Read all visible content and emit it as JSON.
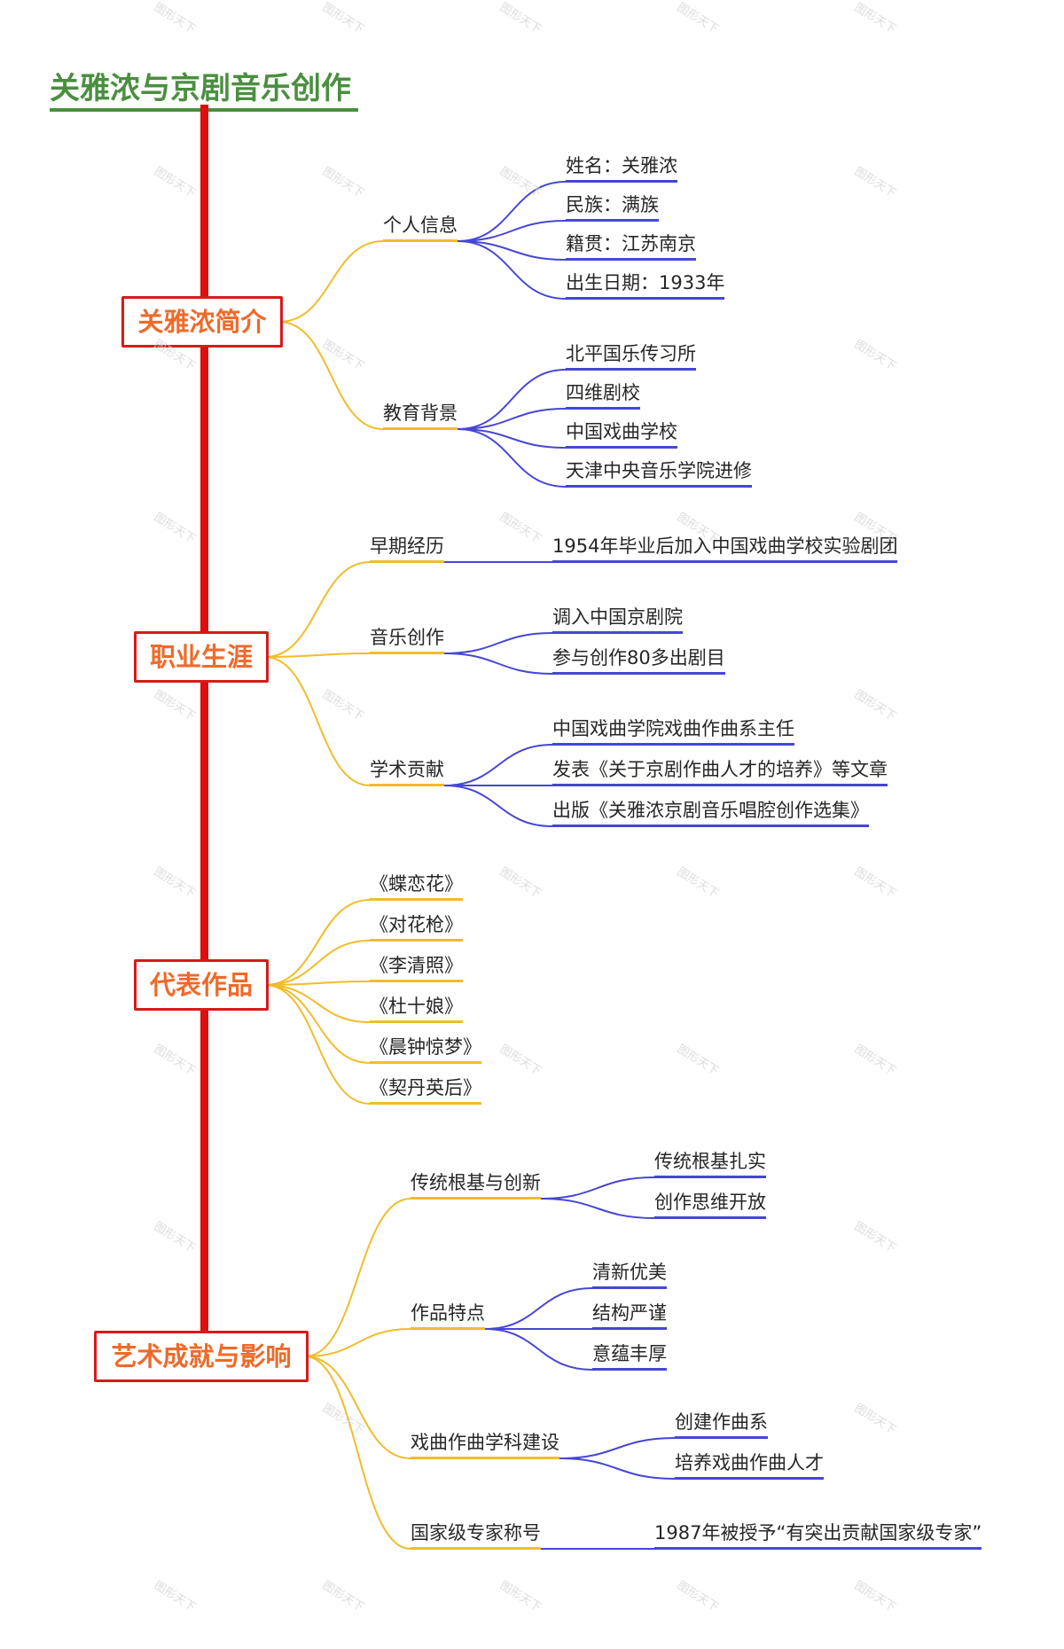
{
  "title": "关雅浓与京剧音乐创作",
  "colors": {
    "trunk": "#dd0f0f",
    "main_border": "#d81a1a",
    "main_text": "#ef6a2a",
    "title": "#4a8f3f",
    "level1_line": "#f0bd2a",
    "level2_line": "#4646d6"
  },
  "watermark": "图形天下",
  "sections": [
    {
      "label": "关雅浓简介",
      "children": [
        {
          "label": "个人信息",
          "children": [
            "姓名：关雅浓",
            "民族：满族",
            "籍贯：江苏南京",
            "出生日期：1933年"
          ]
        },
        {
          "label": "教育背景",
          "children": [
            "北平国乐传习所",
            "四维剧校",
            "中国戏曲学校",
            "天津中央音乐学院进修"
          ]
        }
      ]
    },
    {
      "label": "职业生涯",
      "children": [
        {
          "label": "早期经历",
          "children": [
            "1954年毕业后加入中国戏曲学校实验剧团"
          ]
        },
        {
          "label": "音乐创作",
          "children": [
            "调入中国京剧院",
            "参与创作80多出剧目"
          ]
        },
        {
          "label": "学术贡献",
          "children": [
            "中国戏曲学院戏曲作曲系主任",
            "发表《关于京剧作曲人才的培养》等文章",
            "出版《关雅浓京剧音乐唱腔创作选集》"
          ]
        }
      ]
    },
    {
      "label": "代表作品",
      "children": [
        {
          "label": "《蝶恋花》",
          "children": []
        },
        {
          "label": "《对花枪》",
          "children": []
        },
        {
          "label": "《李清照》",
          "children": []
        },
        {
          "label": "《杜十娘》",
          "children": []
        },
        {
          "label": "《晨钟惊梦》",
          "children": []
        },
        {
          "label": "《契丹英后》",
          "children": []
        }
      ]
    },
    {
      "label": "艺术成就与影响",
      "children": [
        {
          "label": "传统根基与创新",
          "children": [
            "传统根基扎实",
            "创作思维开放"
          ]
        },
        {
          "label": "作品特点",
          "children": [
            "清新优美",
            "结构严谨",
            "意蕴丰厚"
          ]
        },
        {
          "label": "戏曲作曲学科建设",
          "children": [
            "创建作曲系",
            "培养戏曲作曲人才"
          ]
        },
        {
          "label": "国家级专家称号",
          "children": [
            "1987年被授予“有突出贡献国家级专家”"
          ]
        }
      ]
    }
  ]
}
